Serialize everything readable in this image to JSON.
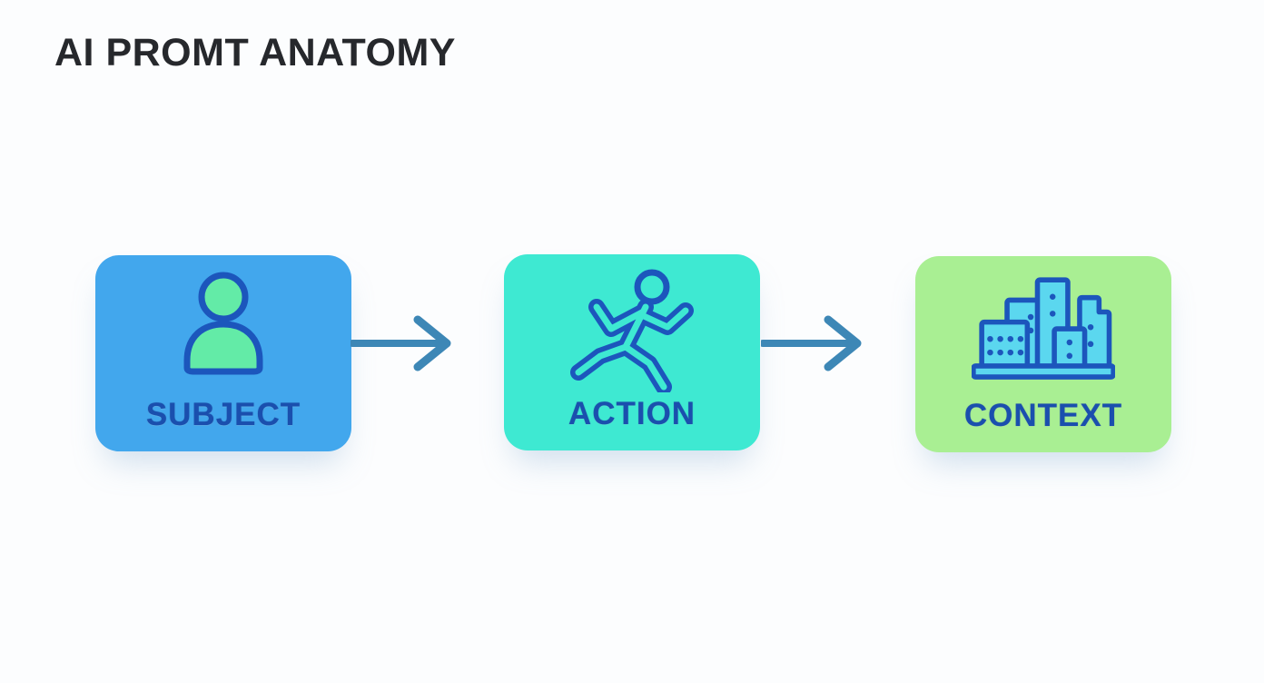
{
  "page_title": "AI PROMT ANATOMY",
  "diagram": {
    "type": "flow",
    "direction": "left-to-right",
    "steps": [
      {
        "label": "SUBJECT",
        "icon": "person-icon",
        "box_color": "#42a7ed"
      },
      {
        "label": "ACTION",
        "icon": "running-person-icon",
        "box_color": "#3ee9d2"
      },
      {
        "label": "CONTEXT",
        "icon": "city-buildings-icon",
        "box_color": "#a9ef93"
      }
    ],
    "connector_icon": "arrow-right"
  },
  "colors": {
    "background": "#fcfdfe",
    "title_text": "#26282c",
    "subject_box": "#42a7ed",
    "action_box": "#3ee9d2",
    "context_box": "#a9ef93",
    "outline_blue": "#1c56bc",
    "label_blue": "#1a4fae",
    "person_fill": "#63eba7",
    "building_fill": "#5bd7ef",
    "arrow_blue": "#3d87b6"
  }
}
